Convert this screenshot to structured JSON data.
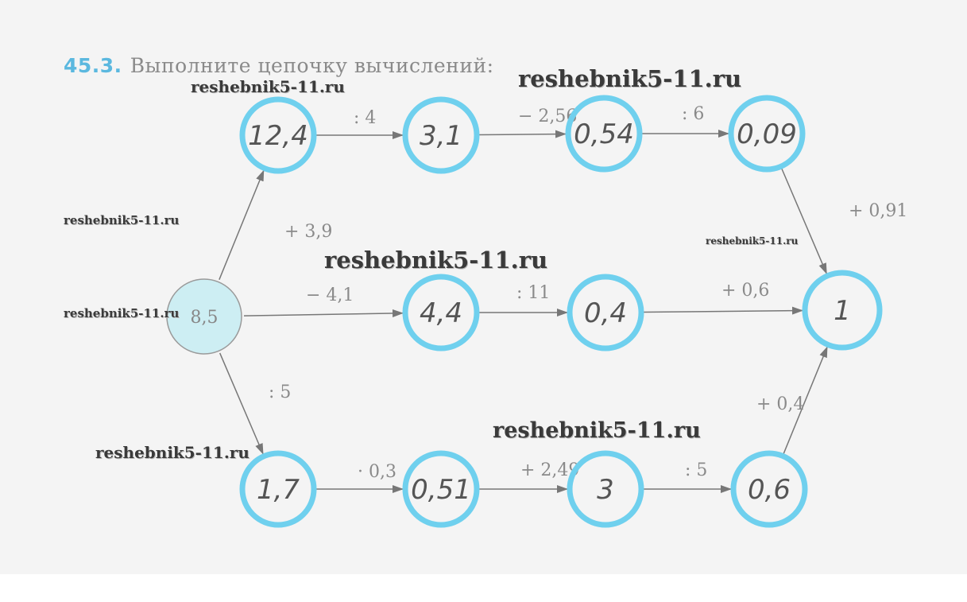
{
  "title": {
    "number": "45.3.",
    "text": "Выполните цепочку вычислений:"
  },
  "nodes": {
    "start": "8,5",
    "t1": "12,4",
    "t2": "3,1",
    "t3": "0,54",
    "t4": "0,09",
    "m1": "4,4",
    "m2": "0,4",
    "end": "1",
    "b1": "1,7",
    "b2": "0,51",
    "b3": "3",
    "b4": "0,6"
  },
  "edges": {
    "start_t1": "+ 3,9",
    "t1_t2": ": 4",
    "t2_t3": "− 2,56",
    "t3_t4": ": 6",
    "t4_end": "+ 0,91",
    "start_m1": "− 4,1",
    "m1_m2": ": 11",
    "m2_end": "+ 0,6",
    "start_b1": ": 5",
    "b1_b2": "· 0,3",
    "b2_b3": "+ 2,49",
    "b3_b4": ": 5",
    "b4_end": "+ 0,4"
  },
  "watermarks": [
    "reshebnik5-11.ru",
    "reshebnik5-11.ru",
    "reshebnik5-11.ru",
    "reshebnik5-11.ru",
    "reshebnik5-11.ru",
    "reshebnik5-11.ru",
    "reshebnik5-11.ru",
    "reshebnik5-11.ru"
  ],
  "colors": {
    "ring": "#6fd0ee",
    "start_fill": "#cdeef3",
    "arrow": "#777777",
    "label": "#8a8a8a"
  }
}
